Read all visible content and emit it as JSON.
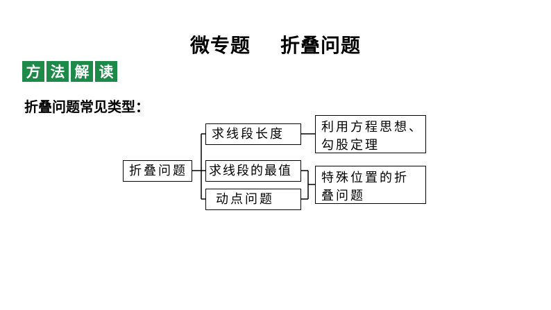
{
  "title": "微专题    折叠问题",
  "badge": {
    "chars": [
      "方",
      "法",
      "解",
      "读"
    ],
    "color": "#1e8a4a"
  },
  "subtitle": "折叠问题常见类型：",
  "diagram": {
    "root": "折叠问题",
    "branches": [
      "求线段长度",
      "求线段的最值",
      "动点问题"
    ],
    "method_1": "利用方程思想、\n勾股定理",
    "method_2": "特殊位置的折\n叠问题"
  }
}
